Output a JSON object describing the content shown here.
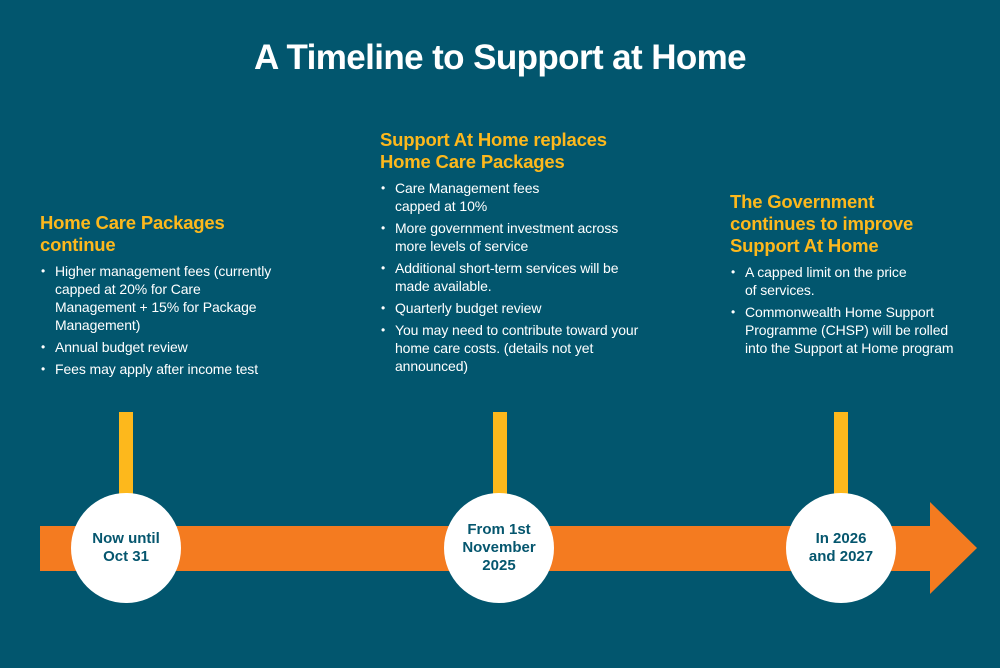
{
  "title": "A Timeline to Support at Home",
  "colors": {
    "background": "#02566e",
    "heading_accent": "#fdb81c",
    "arrow": "#f47b20",
    "stem": "#fdb81c",
    "circle_fill": "#ffffff",
    "circle_text": "#05566e"
  },
  "stages": [
    {
      "date_label": "Now until\nOct 31",
      "heading": "Home Care Packages continue",
      "bullets": [
        "Higher management fees (currently capped at 20% for Care Management + 15% for Package Management)",
        "Annual budget review",
        "Fees may apply after income test"
      ]
    },
    {
      "date_label": "From 1st\nNovember\n2025",
      "heading": "Support At Home replaces Home Care Packages",
      "bullets": [
        "Care Management fees capped at 10%",
        "More government investment across more levels of service",
        "Additional short-term services will be made available.",
        "Quarterly budget review",
        "You may need to contribute toward your home care costs. (details not yet announced)"
      ]
    },
    {
      "date_label": "In 2026\nand 2027",
      "heading": "The Government continues to improve Support At Home",
      "bullets": [
        "A capped limit on the price of services.",
        "Commonwealth Home Support Programme (CHSP) will be rolled into the Support at Home program"
      ]
    }
  ]
}
